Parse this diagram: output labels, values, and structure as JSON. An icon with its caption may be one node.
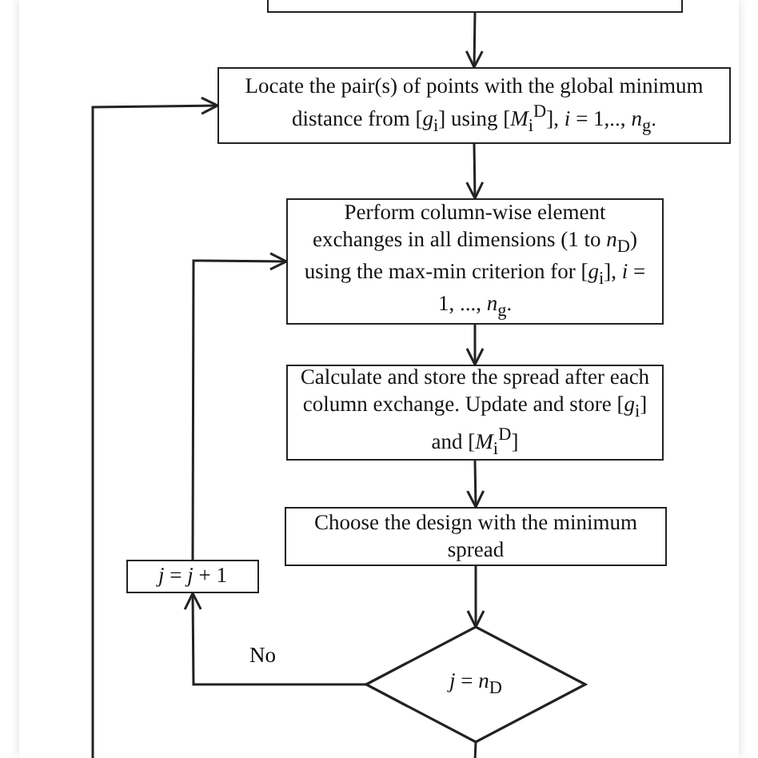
{
  "diagram": {
    "nodes": [
      {
        "text": [],
        "shape": "box"
      },
      {
        "text": [
          "Locate the pair(s) of points with the global minimum distance from [*g*$_{i}$] using [*M*$_{i}$$^{D}$], *i* = 1,.., *n*$_{g}$."
        ]
      },
      {
        "text": [
          "Perform column-wise element exchanges in all dimensions (1 to *n*$_{D}$) using the max-min criterion for [*g*$_{i}$], *i* = 1, ..., *n*$_{g}$."
        ]
      },
      {
        "text": [
          "Calculate and store the spread after each column exchange. Update and store [*g*$_{i}$] and [*M*$_{i}$$^{D}$]"
        ]
      },
      {
        "text": [
          "Choose the design with the minimum spread"
        ]
      },
      {
        "text": [
          "*j* = *n*$_{D}$"
        ]
      },
      {
        "text": [
          "*j* = *j* + 1"
        ]
      }
    ],
    "edges": [
      {
        "from": 0,
        "to": 1,
        "arrow": "to"
      },
      {
        "from": 1,
        "to": 2,
        "arrow": "to"
      },
      {
        "from": 2,
        "to": 3,
        "arrow": "to"
      },
      {
        "from": 3,
        "to": 4,
        "arrow": "to"
      },
      {
        "from": 4,
        "to": 5,
        "arrow": "to"
      },
      {
        "from": 5,
        "to": 6,
        "arrow": "to",
        "label": "No"
      },
      {
        "from": 6,
        "to": 2,
        "arrow": "to"
      },
      {
        "from": 5,
        "to": null,
        "arrow": "none"
      },
      {
        "from": null,
        "to": 1,
        "arrow": "to"
      }
    ]
  }
}
